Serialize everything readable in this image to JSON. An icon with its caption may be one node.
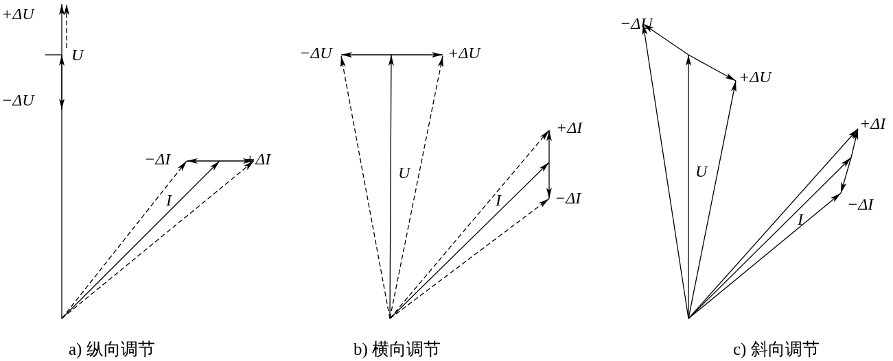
{
  "diagram": {
    "labels": [
      "+ΔU",
      "U",
      "−ΔU",
      "−ΔI",
      "+ΔI",
      "I",
      "−ΔU",
      "+ΔU",
      "+ΔI",
      "U",
      "I",
      "−ΔI",
      "−ΔU",
      "+ΔU",
      "+ΔI",
      "U",
      "−ΔI",
      "I",
      "a)  纵向调节",
      "b)  横向调节",
      "c)  斜向调节"
    ]
  }
}
